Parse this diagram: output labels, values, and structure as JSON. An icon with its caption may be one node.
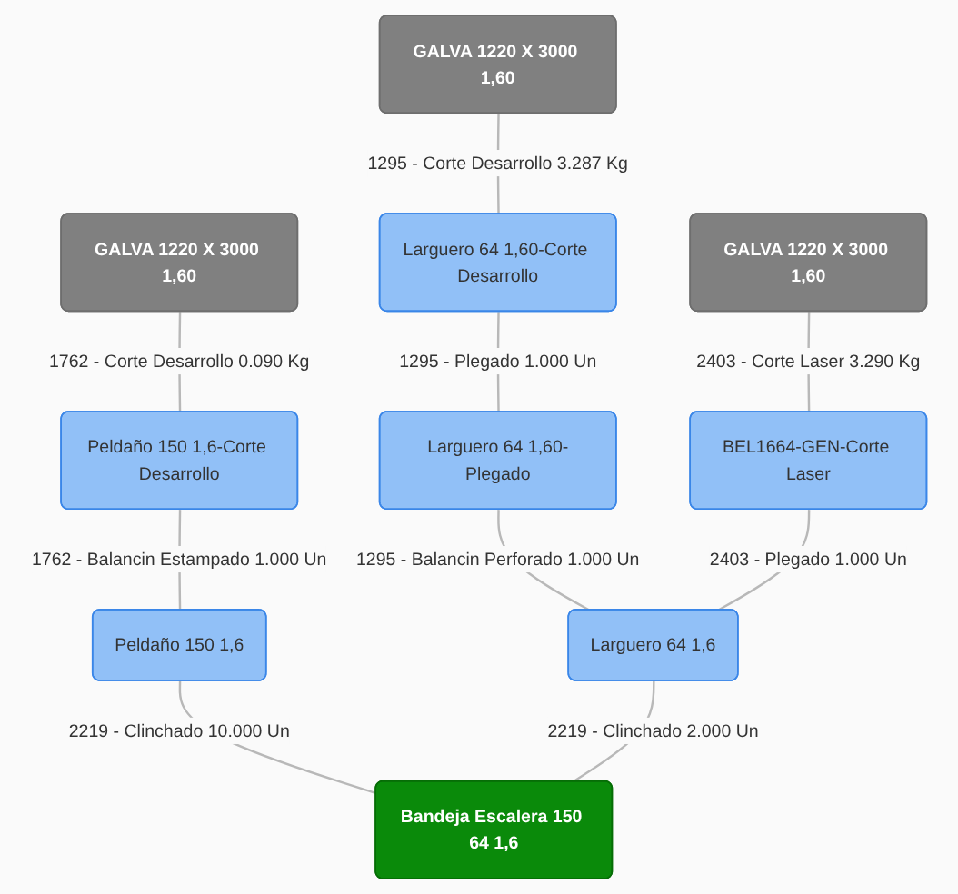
{
  "diagram": {
    "nodes": [
      {
        "text": [
          "GALVA 1220 X 3000 1,60"
        ]
      },
      {
        "text": [
          "GALVA 1220 X 3000 1,60"
        ]
      },
      {
        "text": [
          "Larguero 64 1,60-Corte Desarrollo"
        ]
      },
      {
        "text": [
          "GALVA 1220 X 3000 1,60"
        ]
      },
      {
        "text": [
          "Peldaño 150 1,6-Corte Desarrollo"
        ]
      },
      {
        "text": [
          "Larguero 64 1,60-Plegado"
        ]
      },
      {
        "text": [
          "BEL1664-GEN-Corte Laser"
        ]
      },
      {
        "text": [
          "Peldaño 150 1,6"
        ]
      },
      {
        "text": [
          "Larguero 64 1,6"
        ]
      },
      {
        "text": [
          "Bandeja Escalera 150 64 1,6"
        ]
      }
    ],
    "edges": [
      {
        "from": 0,
        "to": 2,
        "arrow": "none",
        "label": "1295 - Corte Desarrollo 3.287 Kg"
      },
      {
        "from": 1,
        "to": 4,
        "arrow": "none",
        "label": "1762 - Corte Desarrollo 0.090 Kg"
      },
      {
        "from": 2,
        "to": 5,
        "arrow": "none",
        "label": "1295 - Plegado 1.000 Un"
      },
      {
        "from": 3,
        "to": 6,
        "arrow": "none",
        "label": "2403 - Corte Laser 3.290 Kg"
      },
      {
        "from": 4,
        "to": 7,
        "arrow": "none",
        "label": "1762 - Balancin Estampado 1.000 Un"
      },
      {
        "from": 5,
        "to": 8,
        "arrow": "none",
        "label": "1295 - Balancin Perforado 1.000 Un"
      },
      {
        "from": 6,
        "to": 8,
        "arrow": "none",
        "label": "2403 - Plegado 1.000 Un"
      },
      {
        "from": 7,
        "to": 9,
        "arrow": "none",
        "label": "2219 - Clinchado 10.000 Un"
      },
      {
        "from": 8,
        "to": 9,
        "arrow": "none",
        "label": "2219 - Clinchado 2.000 Un"
      }
    ]
  }
}
